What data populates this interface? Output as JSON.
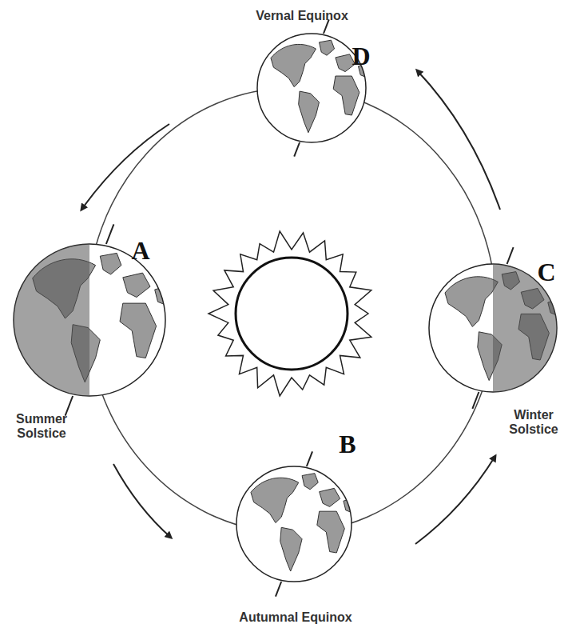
{
  "diagram": {
    "labels": [
      "Vernal Equinox",
      "D",
      "A",
      "Summer Solstice",
      "B",
      "Autumnal Equinox",
      "C",
      "Winter Solstice"
    ]
  }
}
